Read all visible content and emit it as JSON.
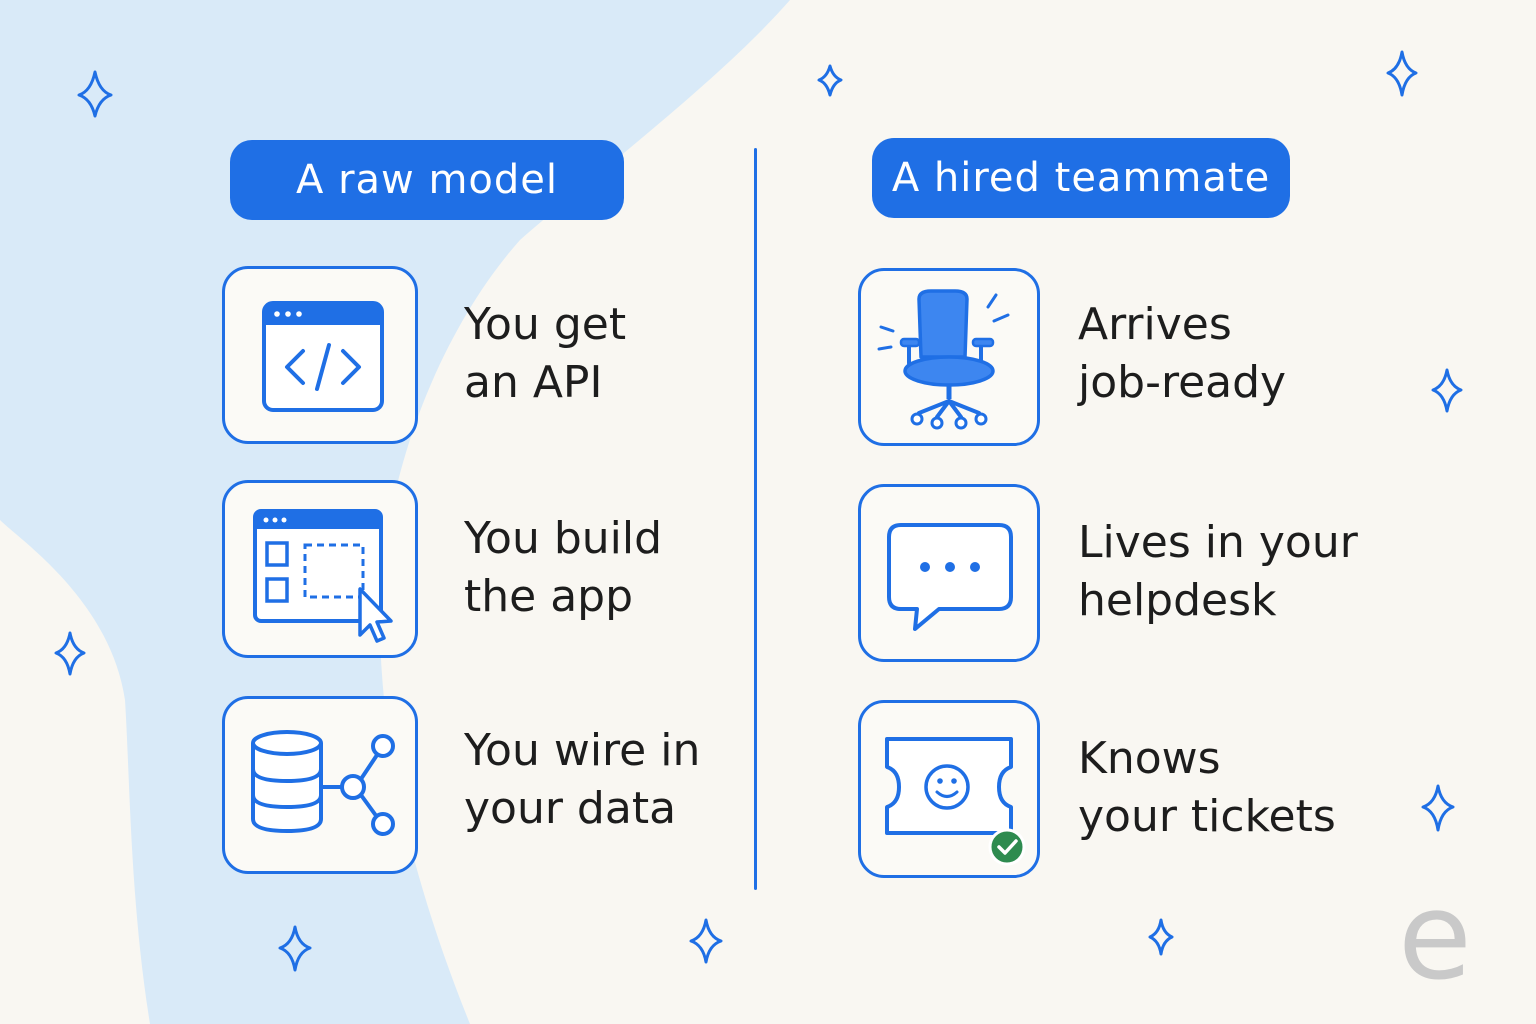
{
  "left_column": {
    "header": "A raw model",
    "items": [
      {
        "icon": "code-window-icon",
        "line1": "You get",
        "line2": "an API"
      },
      {
        "icon": "app-builder-icon",
        "line1": "You build",
        "line2": "the app"
      },
      {
        "icon": "database-connect-icon",
        "line1": "You wire in",
        "line2": "your data"
      }
    ]
  },
  "right_column": {
    "header": "A hired teammate",
    "items": [
      {
        "icon": "office-chair-icon",
        "line1": "Arrives",
        "line2": "job-ready"
      },
      {
        "icon": "chat-bubble-icon",
        "line1": "Lives in your",
        "line2": "helpdesk"
      },
      {
        "icon": "ticket-check-icon",
        "line1": "Knows",
        "line2": "your tickets"
      }
    ]
  },
  "logo": {
    "letter": "e"
  },
  "colors": {
    "accent": "#1f6fe5",
    "background": "#f9f7f2",
    "blob": "#d9eaf8",
    "check": "#2e8b4f",
    "logo": "#c9c9c9"
  }
}
